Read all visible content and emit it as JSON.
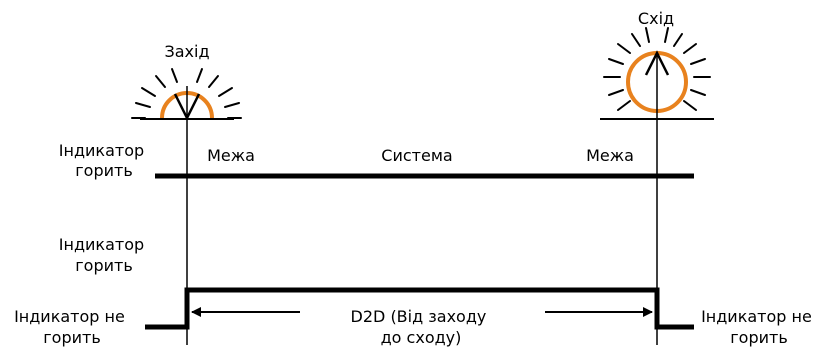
{
  "labels": {
    "sunset": "Захід",
    "sunrise": "Схід",
    "indicator_on_top": [
      "Індикатор",
      "горить"
    ],
    "indicator_on_mid": [
      "Індикатор",
      "горить"
    ],
    "indicator_off_left": [
      "Індикатор не",
      "горить"
    ],
    "indicator_off_right": [
      "Індикатор не",
      "горить"
    ],
    "boundary_left": "Межа",
    "system": "Система",
    "boundary_right": "Межа",
    "d2d": [
      "D2D (Від заходу",
      "до сходу)"
    ]
  },
  "icons": {
    "sunset": "sunset-icon",
    "sunrise": "sunrise-icon"
  },
  "colors": {
    "sun": "#e8821e",
    "line": "#000000"
  }
}
